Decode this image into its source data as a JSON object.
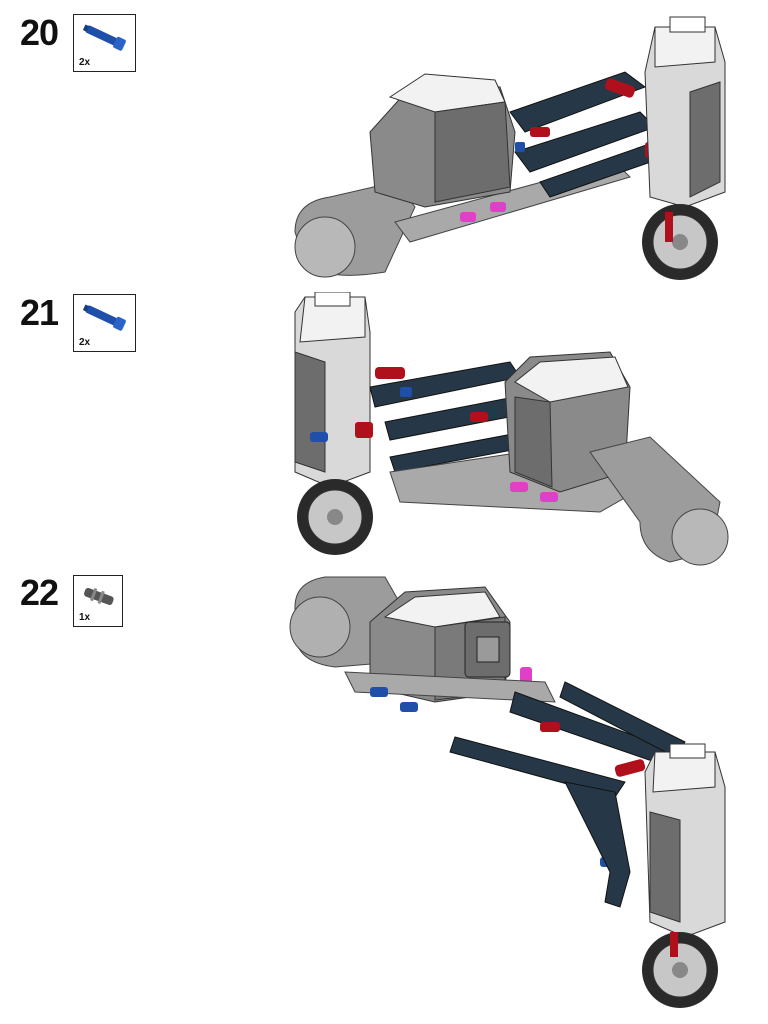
{
  "steps": [
    {
      "number": "20",
      "parts": [
        {
          "qty": "2x",
          "part_icon": "blue-axle-pin-icon",
          "color": "#1f4fa8"
        }
      ]
    },
    {
      "number": "21",
      "parts": [
        {
          "qty": "2x",
          "part_icon": "blue-axle-pin-icon",
          "color": "#1f4fa8"
        }
      ]
    },
    {
      "number": "22",
      "parts": [
        {
          "qty": "1x",
          "part_icon": "gray-pin-connector-icon",
          "color": "#555555"
        }
      ]
    }
  ],
  "colors": {
    "dark_beam": "#263847",
    "light_gray": "#a9a9a9",
    "mid_gray": "#7a7a7a",
    "white_part": "#f2f2f2",
    "red_pin": "#b0101c",
    "blue_pin": "#1f4fa8",
    "magenta_pin": "#e040c8"
  }
}
